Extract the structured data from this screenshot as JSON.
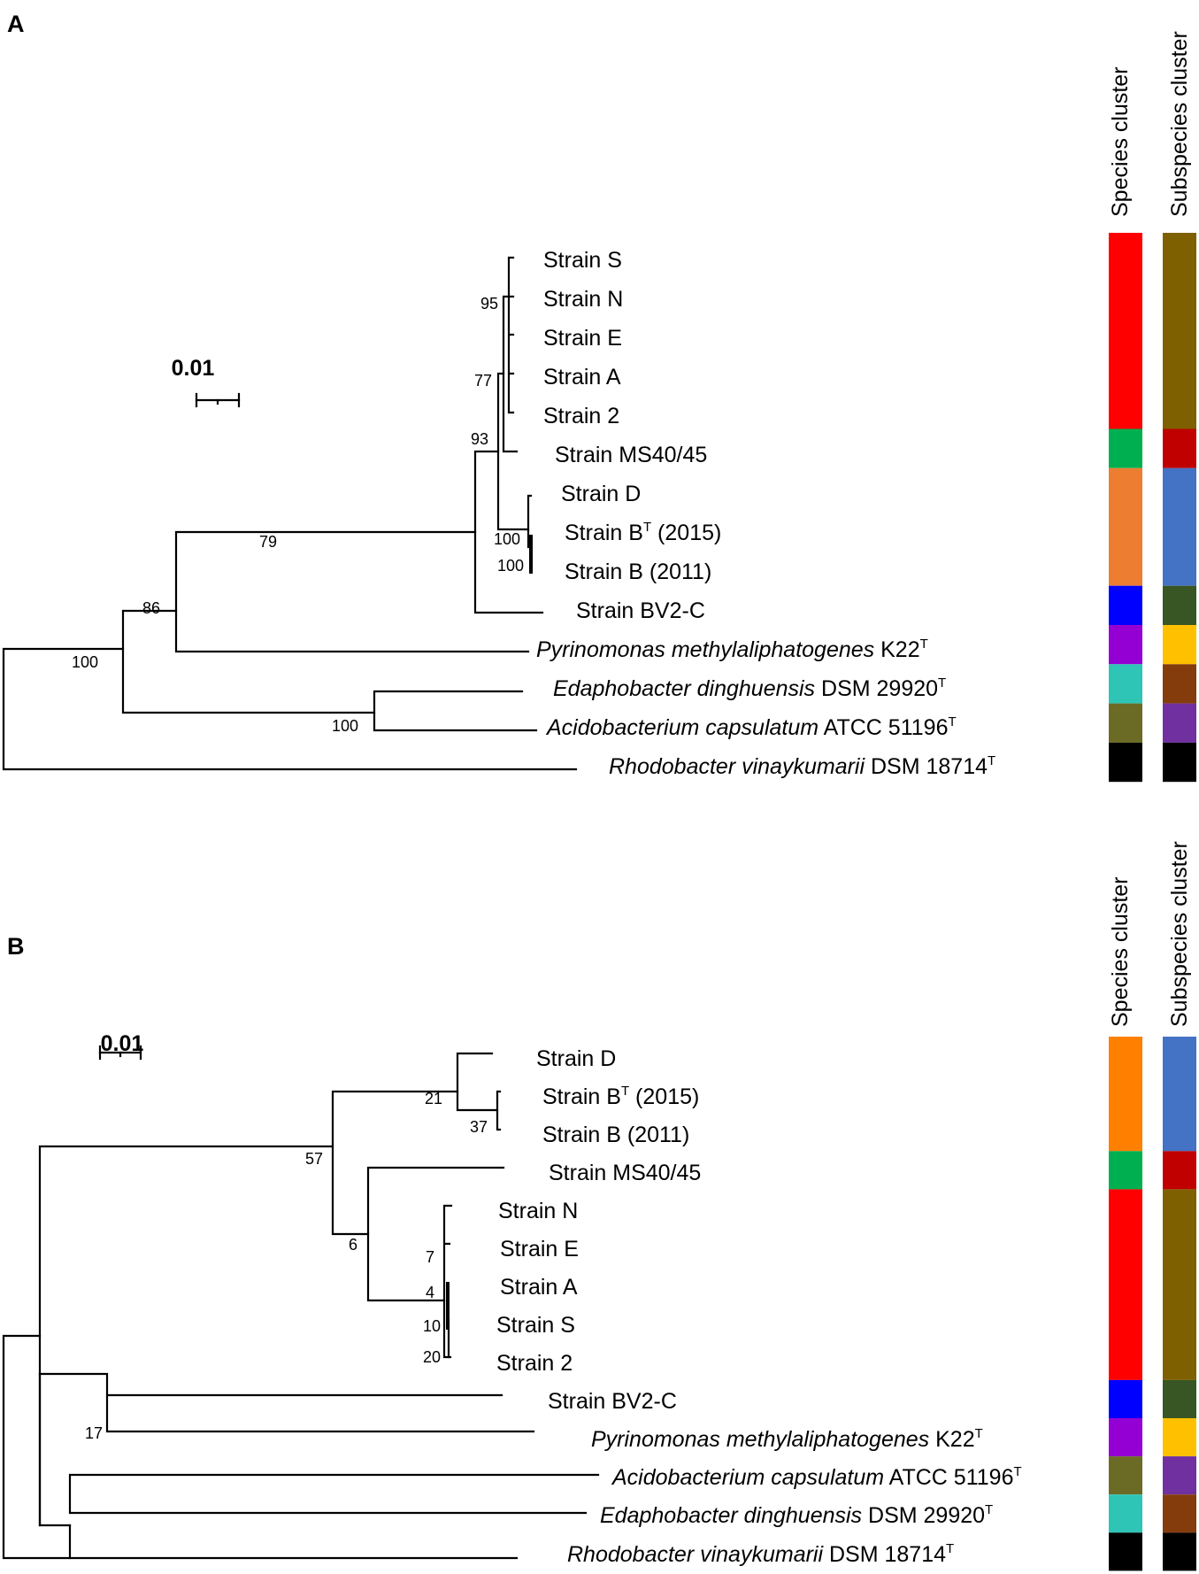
{
  "figure": {
    "scale_bar_label": "0.01",
    "column_headers": [
      "Species cluster",
      "Subspecies cluster"
    ]
  },
  "panel_a": {
    "label": "A",
    "taxa": [
      {
        "italic": "",
        "plain": "Strain S",
        "sup": "",
        "after": ""
      },
      {
        "italic": "",
        "plain": "Strain N",
        "sup": "",
        "after": ""
      },
      {
        "italic": "",
        "plain": "Strain E",
        "sup": "",
        "after": ""
      },
      {
        "italic": "",
        "plain": "Strain A",
        "sup": "",
        "after": ""
      },
      {
        "italic": "",
        "plain": "Strain 2",
        "sup": "",
        "after": ""
      },
      {
        "italic": "",
        "plain": "Strain MS40/45",
        "sup": "",
        "after": ""
      },
      {
        "italic": "",
        "plain": "Strain D",
        "sup": "",
        "after": ""
      },
      {
        "italic": "",
        "plain": "Strain B",
        "sup": "T",
        "after": " (2015)"
      },
      {
        "italic": "",
        "plain": "Strain B (2011)",
        "sup": "",
        "after": ""
      },
      {
        "italic": "",
        "plain": "Strain BV2-C",
        "sup": "",
        "after": ""
      },
      {
        "italic": "Pyrinomonas methylaliphatogenes",
        "plain": " K22",
        "sup": "T",
        "after": ""
      },
      {
        "italic": "Edaphobacter dinghuensis",
        "plain": " DSM 29920",
        "sup": "T",
        "after": ""
      },
      {
        "italic": "Acidobacterium capsulatum",
        "plain": " ATCC 51196",
        "sup": "T",
        "after": ""
      },
      {
        "italic": "Rhodobacter vinaykumarii",
        "plain": " DSM 18714",
        "sup": "T",
        "after": ""
      }
    ],
    "bootstrap": [
      "95",
      "77",
      "93",
      "100",
      "100",
      "86",
      "79",
      "100",
      "100"
    ],
    "species_colors": [
      {
        "color": "#ff0000",
        "rows": 5
      },
      {
        "color": "#00b050",
        "rows": 1
      },
      {
        "color": "#ed7d31",
        "rows": 3
      },
      {
        "color": "#0000ff",
        "rows": 1
      },
      {
        "color": "#9400d3",
        "rows": 1
      },
      {
        "color": "#2ec4b6",
        "rows": 1
      },
      {
        "color": "#6b6b25",
        "rows": 1
      },
      {
        "color": "#000000",
        "rows": 1
      }
    ],
    "subspecies_colors": [
      {
        "color": "#7f6000",
        "rows": 5
      },
      {
        "color": "#c00000",
        "rows": 1
      },
      {
        "color": "#4472c4",
        "rows": 3
      },
      {
        "color": "#375623",
        "rows": 1
      },
      {
        "color": "#ffc000",
        "rows": 1
      },
      {
        "color": "#843c0c",
        "rows": 1
      },
      {
        "color": "#7030a0",
        "rows": 1
      },
      {
        "color": "#000000",
        "rows": 1
      }
    ]
  },
  "panel_b": {
    "label": "B",
    "taxa": [
      {
        "italic": "",
        "plain": "Strain D",
        "sup": "",
        "after": ""
      },
      {
        "italic": "",
        "plain": "Strain B",
        "sup": "T",
        "after": " (2015)"
      },
      {
        "italic": "",
        "plain": "Strain B (2011)",
        "sup": "",
        "after": ""
      },
      {
        "italic": "",
        "plain": "Strain MS40/45",
        "sup": "",
        "after": ""
      },
      {
        "italic": "",
        "plain": "Strain N",
        "sup": "",
        "after": ""
      },
      {
        "italic": "",
        "plain": "Strain E",
        "sup": "",
        "after": ""
      },
      {
        "italic": "",
        "plain": "Strain A",
        "sup": "",
        "after": ""
      },
      {
        "italic": "",
        "plain": "Strain S",
        "sup": "",
        "after": ""
      },
      {
        "italic": "",
        "plain": "Strain 2",
        "sup": "",
        "after": ""
      },
      {
        "italic": "",
        "plain": "Strain BV2-C",
        "sup": "",
        "after": ""
      },
      {
        "italic": "Pyrinomonas methylaliphatogenes",
        "plain": " K22",
        "sup": "T",
        "after": ""
      },
      {
        "italic": "Acidobacterium capsulatum",
        "plain": " ATCC 51196",
        "sup": "T",
        "after": ""
      },
      {
        "italic": "Edaphobacter dinghuensis",
        "plain": " DSM 29920",
        "sup": "T",
        "after": ""
      },
      {
        "italic": "Rhodobacter vinaykumarii",
        "plain": " DSM 18714",
        "sup": "T",
        "after": ""
      }
    ],
    "bootstrap": [
      "21",
      "37",
      "57",
      "6",
      "7",
      "4",
      "10",
      "20",
      "17"
    ],
    "species_colors": [
      {
        "color": "#ff8000",
        "rows": 3
      },
      {
        "color": "#00b050",
        "rows": 1
      },
      {
        "color": "#ff0000",
        "rows": 5
      },
      {
        "color": "#0000ff",
        "rows": 1
      },
      {
        "color": "#9400d3",
        "rows": 1
      },
      {
        "color": "#6b6b25",
        "rows": 1
      },
      {
        "color": "#2ec4b6",
        "rows": 1
      },
      {
        "color": "#000000",
        "rows": 1
      }
    ],
    "subspecies_colors": [
      {
        "color": "#4472c4",
        "rows": 3
      },
      {
        "color": "#c00000",
        "rows": 1
      },
      {
        "color": "#7f6000",
        "rows": 5
      },
      {
        "color": "#375623",
        "rows": 1
      },
      {
        "color": "#ffc000",
        "rows": 1
      },
      {
        "color": "#7030a0",
        "rows": 1
      },
      {
        "color": "#843c0c",
        "rows": 1
      },
      {
        "color": "#000000",
        "rows": 1
      }
    ]
  }
}
